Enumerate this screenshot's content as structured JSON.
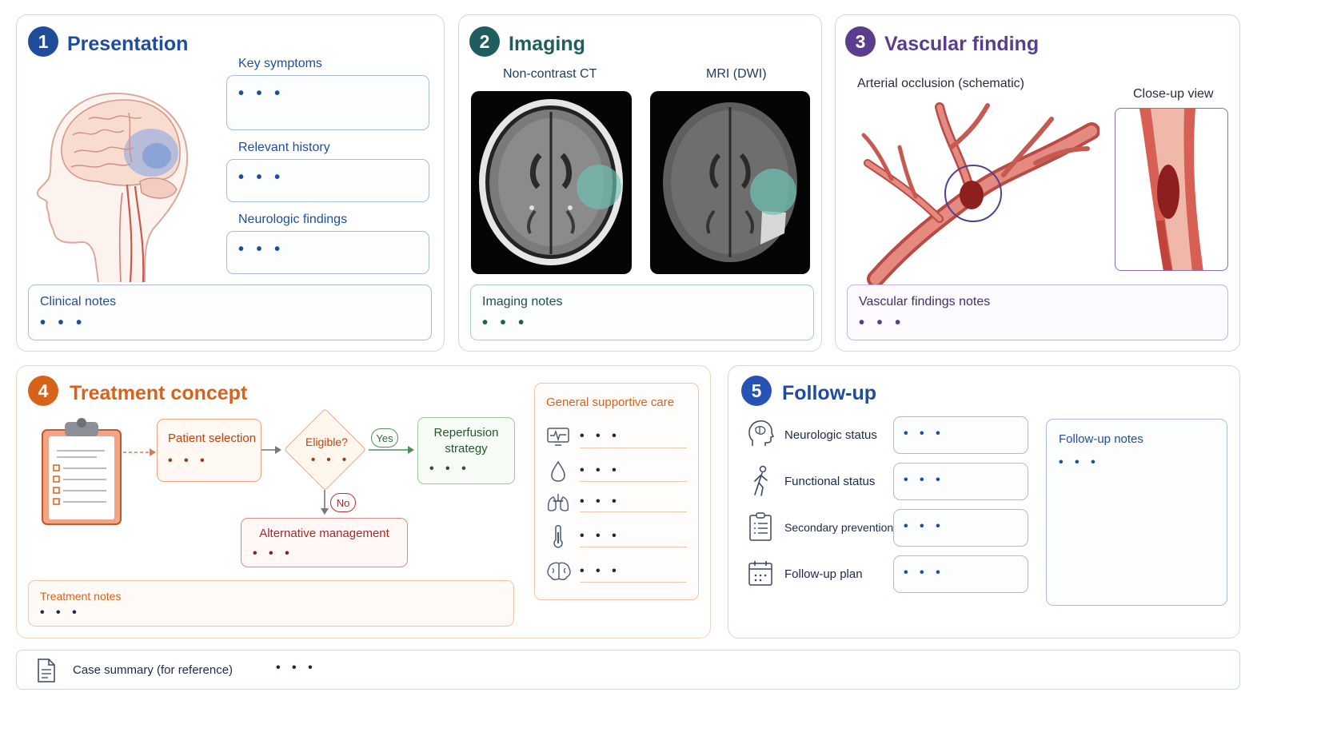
{
  "placeholder": "• • •",
  "colors": {
    "blue": "#1f4d9b",
    "teal": "#1f5d5e",
    "purple": "#5a3d8e",
    "orange": "#d9621a",
    "red": "#a52a2a",
    "border": "#ccd6e6"
  },
  "presentation": {
    "number": "1",
    "title": "Presentation",
    "fields": [
      "Key symptoms",
      "Relevant history",
      "Neurologic findings"
    ],
    "notes_label": "Clinical notes"
  },
  "imaging": {
    "number": "2",
    "title": "Imaging",
    "scan_labels": [
      "Non-contrast CT",
      "MRI (DWI)"
    ],
    "notes_label": "Imaging notes"
  },
  "vascular": {
    "number": "3",
    "title": "Vascular finding",
    "schematic_label": "Arterial occlusion (schematic)",
    "closeup_label": "Close-up view",
    "notes_label": "Vascular findings notes"
  },
  "treatment": {
    "number": "4",
    "title": "Treatment concept",
    "patient_selection": "Patient selection",
    "eligible": "Eligible?",
    "yes": "Yes",
    "no": "No",
    "reperfusion_line1": "Reperfusion",
    "reperfusion_line2": "strategy",
    "alternative": "Alternative management",
    "notes_label": "Treatment notes",
    "supportive_title": "General supportive care",
    "supportive_icons": [
      "monitor-icon",
      "droplet-icon",
      "lungs-icon",
      "thermometer-icon",
      "brain-icon"
    ]
  },
  "followup": {
    "number": "5",
    "title": "Follow-up",
    "items": [
      {
        "label": "Neurologic status",
        "icon": "head-icon"
      },
      {
        "label": "Functional status",
        "icon": "walking-person-icon"
      },
      {
        "label": "Secondary prevention",
        "icon": "checklist-icon"
      },
      {
        "label": "Follow-up plan",
        "icon": "calendar-icon"
      }
    ],
    "notes_label": "Follow-up notes"
  },
  "summary": {
    "label": "Case summary (for reference)",
    "icon": "document-icon"
  }
}
